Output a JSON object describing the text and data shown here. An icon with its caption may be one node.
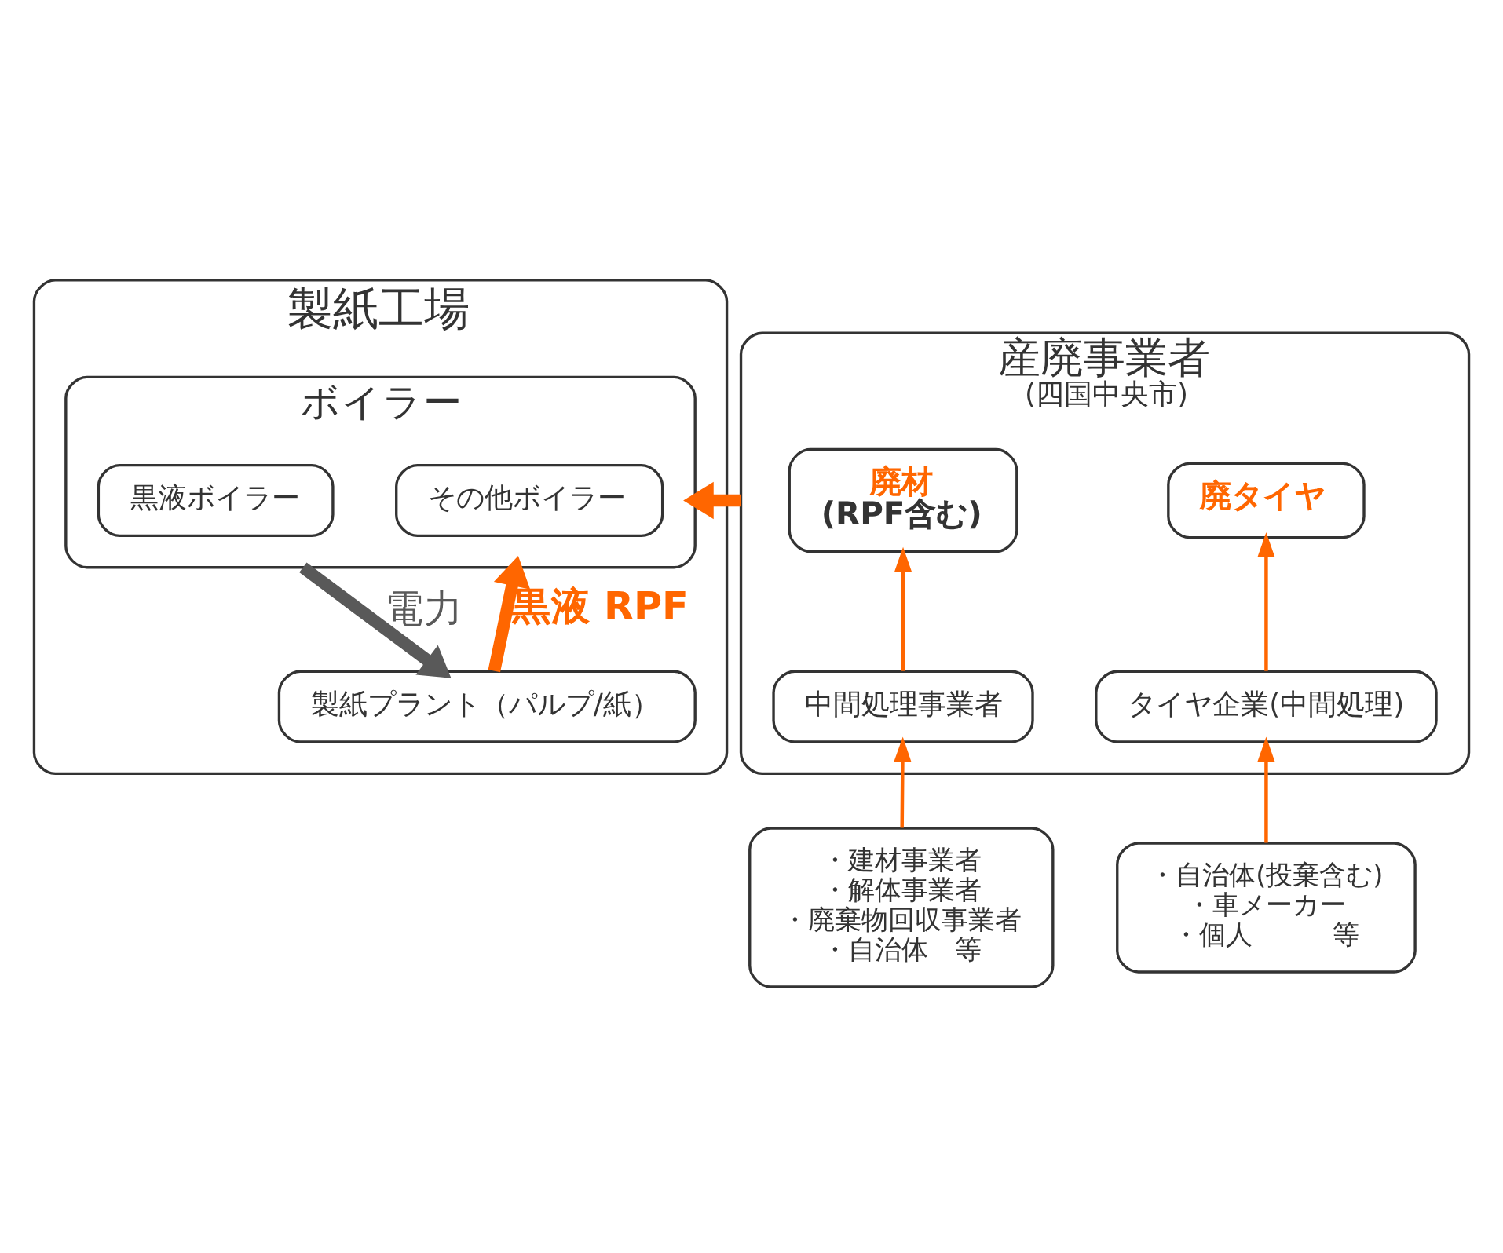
{
  "diagram": {
    "nodes": [
      {
        "text": [
          "製紙工場"
        ]
      },
      {
        "text": [
          "ボイラー"
        ],
        "in": 0
      },
      {
        "text": [
          "その他ボイラー"
        ],
        "in": 1
      },
      {
        "text": [
          "黒液ボイラー"
        ],
        "in": 1
      },
      {
        "text": [
          "製紙プラント（パルプ/紙）"
        ],
        "in": 0
      },
      {
        "text": [
          "産廃事業者",
          "(四国中央市)"
        ]
      },
      {
        "text": [
          "廃材",
          "(RPF含む)"
        ],
        "in": 5
      },
      {
        "text": [
          "廃タイヤ"
        ],
        "in": 5
      },
      {
        "text": [
          "中間処理事業者"
        ],
        "in": 5
      },
      {
        "text": [
          "タイヤ企業(中間処理)"
        ],
        "in": 5
      },
      {
        "text": [
          "・建材事業者",
          "・解体事業者",
          "・廃棄物回収事業者",
          "・自治体　等"
        ]
      },
      {
        "text": [
          "・自治体(投棄含む)",
          "・車メーカー",
          "・個人　　　等"
        ]
      }
    ],
    "edges": [
      {
        "from": 5,
        "to": 1,
        "arrow": "to",
        "style": "thick"
      },
      {
        "from": 1,
        "to": 4,
        "arrow": "to",
        "label": "電力",
        "style": "thick",
        "color": "#595959"
      },
      {
        "from": 4,
        "to": 1,
        "arrow": "to",
        "label": "黒液 RPF",
        "style": "thick"
      },
      {
        "from": 8,
        "to": 6,
        "arrow": "to"
      },
      {
        "from": 9,
        "to": 7,
        "arrow": "to"
      },
      {
        "from": 10,
        "to": 8,
        "arrow": "to"
      },
      {
        "from": 11,
        "to": 9,
        "arrow": "to"
      }
    ]
  }
}
